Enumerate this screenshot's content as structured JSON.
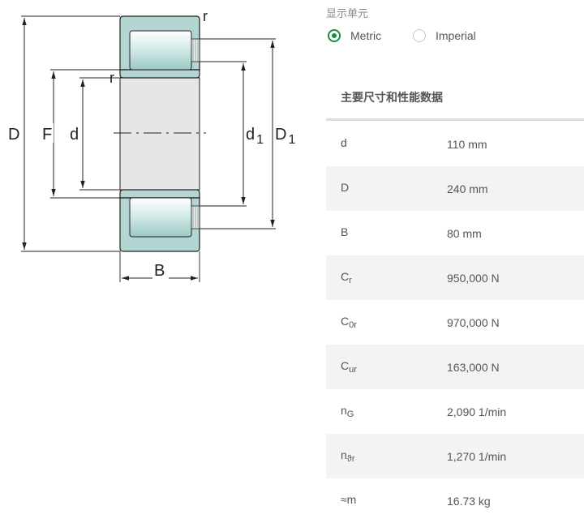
{
  "diagram": {
    "labels": {
      "D": "D",
      "F": "F",
      "d": "d",
      "d1_main": "d",
      "d1_sub": "1",
      "D1_main": "D",
      "D1_sub": "1",
      "B": "B",
      "r_top": "r",
      "r_mid": "r"
    },
    "colors": {
      "ring": "#b4d5d2",
      "bore": "#e6e6e6",
      "roller": "#dff0ee",
      "outline": "#222222"
    }
  },
  "units": {
    "label": "显示单元",
    "options": [
      {
        "label": "Metric",
        "selected": true
      },
      {
        "label": "Imperial",
        "selected": false
      }
    ],
    "accent": "#1b8a46"
  },
  "specs": {
    "title": "主要尺寸和性能数据",
    "rows": [
      {
        "sym": "d",
        "sub": "",
        "value": "110 mm"
      },
      {
        "sym": "D",
        "sub": "",
        "value": "240 mm"
      },
      {
        "sym": "B",
        "sub": "",
        "value": "80 mm"
      },
      {
        "sym": "C",
        "sub": "r",
        "value": "950,000 N"
      },
      {
        "sym": "C",
        "sub": "0r",
        "value": "970,000 N"
      },
      {
        "sym": "C",
        "sub": "ur",
        "value": "163,000 N"
      },
      {
        "sym": "n",
        "sub": "G",
        "value": "2,090 1/min"
      },
      {
        "sym": "n",
        "sub": "ϑr",
        "value": "1,270 1/min"
      },
      {
        "sym": "≈m",
        "sub": "",
        "value": "16.73 kg"
      }
    ]
  }
}
